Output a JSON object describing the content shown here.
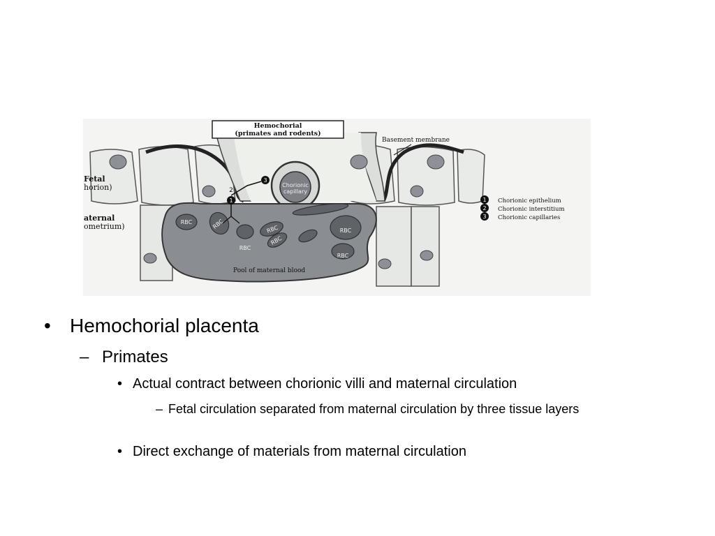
{
  "figure": {
    "title_line1": "Hemochorial",
    "title_line2": "(primates and rodents)",
    "basement_label": "Basement membrane",
    "fetal_label": "Fetal",
    "chorion_label": "horion)",
    "maternal_label": "aternal",
    "endometrium_label": "ometrium)",
    "capillary_line1": "Chorionic",
    "capillary_line2": "capillary",
    "pool_label": "Pool of maternal blood",
    "rbc_label": "RBC",
    "markers": [
      "1",
      "2",
      "3"
    ],
    "legend": [
      {
        "num": "1",
        "label": "Chorionic epithelium"
      },
      {
        "num": "2",
        "label": "Chorionic interstitium"
      },
      {
        "num": "3",
        "label": "Chorionic capillaries"
      }
    ]
  },
  "bullets": {
    "l1_marker": "•",
    "l1_text": "Hemochorial placenta",
    "l2_marker": "–",
    "l2_text": "Primates",
    "l3_marker": "•",
    "l3a_text": "Actual contract between chorionic villi and maternal circulation",
    "l4_marker": "–",
    "l4_text": "Fetal circulation separated from maternal circulation by three tissue layers",
    "l3b_text": "Direct exchange of materials from maternal circulation"
  }
}
